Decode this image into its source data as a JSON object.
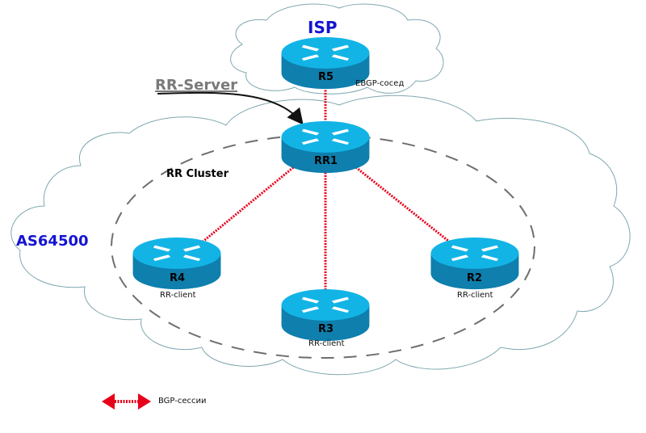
{
  "diagram": {
    "isp_label": "ISP",
    "as_label": "AS64500",
    "rr_server_label": "RR-Server",
    "cluster_label": "RR Cluster",
    "ebgp_label": "EBGP-сосед",
    "colors": {
      "title": "#1414d2",
      "session": "#e8001a",
      "router_top": "#12b4e6",
      "router_side": "#0f7fad",
      "cloud_stroke": "#7fa8b0",
      "cluster_stroke": "#6e6e6e"
    },
    "routers": [
      {
        "id": "R5",
        "name": "R5",
        "role": ""
      },
      {
        "id": "RR1",
        "name": "RR1",
        "role": ""
      },
      {
        "id": "R4",
        "name": "R4",
        "role": "RR-client"
      },
      {
        "id": "R3",
        "name": "R3",
        "role": "RR-client"
      },
      {
        "id": "R2",
        "name": "R2",
        "role": "RR-client"
      }
    ],
    "sessions": [
      {
        "from": "R5",
        "to": "RR1",
        "type": "EBGP"
      },
      {
        "from": "RR1",
        "to": "R4",
        "type": "IBGP"
      },
      {
        "from": "RR1",
        "to": "R3",
        "type": "IBGP"
      },
      {
        "from": "RR1",
        "to": "R2",
        "type": "IBGP"
      }
    ],
    "legend": {
      "label": "BGP-сессии",
      "icon": "double-arrow-icon"
    }
  }
}
